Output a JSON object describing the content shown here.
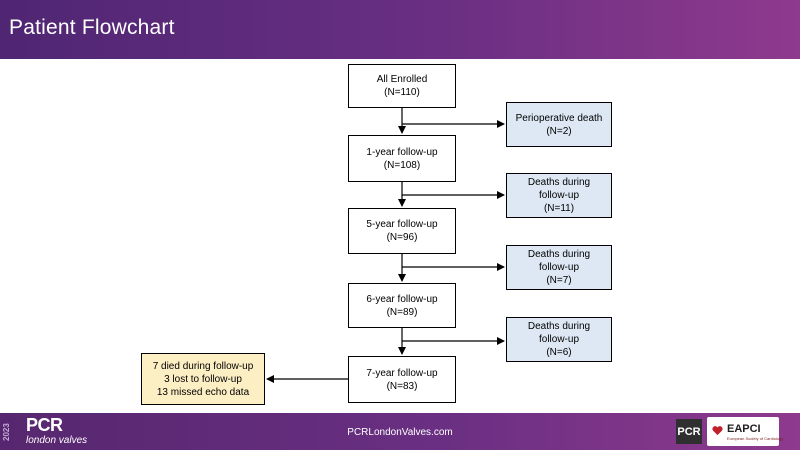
{
  "header": {
    "title": "Patient Flowchart"
  },
  "flow": {
    "enrolled": {
      "label": "All Enrolled",
      "count": "(N=110)"
    },
    "fu1": {
      "label": "1-year follow-up",
      "count": "(N=108)"
    },
    "fu5": {
      "label": "5-year follow-up",
      "count": "(N=96)"
    },
    "fu6": {
      "label": "6-year follow-up",
      "count": "(N=89)"
    },
    "fu7": {
      "label": "7-year follow-up",
      "count": "(N=83)"
    },
    "periop": {
      "label": "Perioperative death",
      "count": "(N=2)"
    },
    "deaths1": {
      "line1": "Deaths during",
      "line2": "follow-up",
      "count": "(N=11)"
    },
    "deaths2": {
      "line1": "Deaths during",
      "line2": "follow-up",
      "count": "(N=7)"
    },
    "deaths3": {
      "line1": "Deaths during",
      "line2": "follow-up",
      "count": "(N=6)"
    },
    "note": {
      "line1": "7 died during follow-up",
      "line2": "3 lost to follow-up",
      "line3": "13 missed echo data"
    }
  },
  "footer": {
    "year": "2023",
    "logo": "PCR",
    "logo_sub": "london valves",
    "url": "PCRLondonValves.com",
    "badge_pcr": "PCR",
    "badge_eapci": "EAPCI",
    "badge_eapci_sub": "European Society of Cardiology"
  },
  "colors": {
    "header_start": "#4f2673",
    "header_end": "#8e3a8e",
    "side_box": "#dde8f4",
    "note_box": "#fdefc4"
  }
}
